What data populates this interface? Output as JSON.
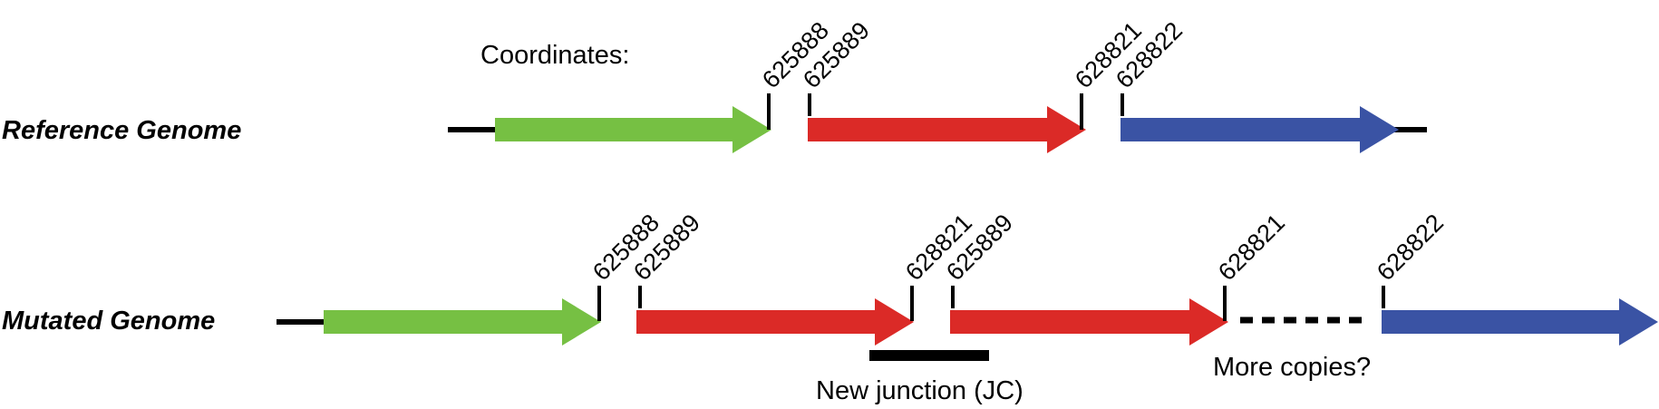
{
  "header": {
    "coordinates_label": "Coordinates:"
  },
  "colors": {
    "green": "#76c043",
    "red": "#db2a27",
    "blue": "#3a53a4",
    "line": "#000000"
  },
  "reference": {
    "title": "Reference Genome",
    "coords": [
      "625888",
      "625889",
      "628821",
      "628822"
    ]
  },
  "mutated": {
    "title": "Mutated Genome",
    "coords": [
      "625888",
      "625889",
      "628821",
      "625889",
      "628821",
      "628822"
    ],
    "junction_label": "New junction (JC)",
    "copies_label": "More copies?"
  }
}
